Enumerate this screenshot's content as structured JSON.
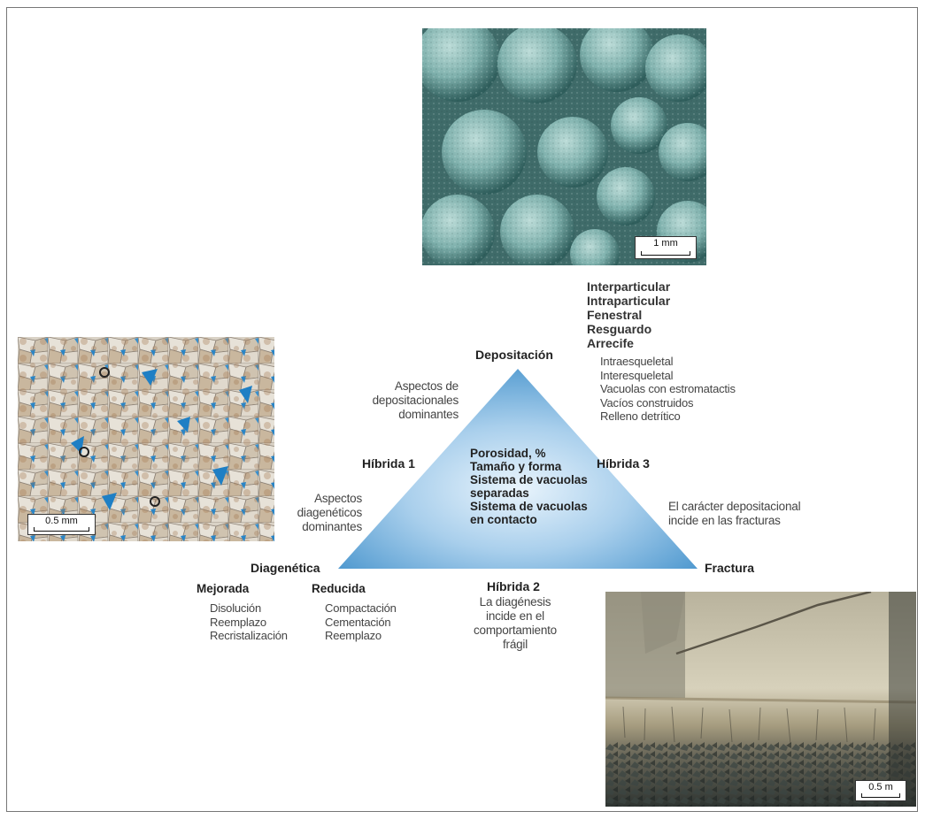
{
  "vertices": {
    "top": "Depositación",
    "left": "Diagenética",
    "right": "Fractura"
  },
  "center_text": [
    "Porosidad, %",
    "Tamaño y forma",
    "Sistema de vacuolas",
    "separadas",
    "Sistema de vacuolas",
    "en contacto"
  ],
  "hybrids": {
    "h1": "Híbrida 1",
    "h2": "Híbrida 2",
    "h3": "Híbrida 3"
  },
  "aspects": {
    "depositional": [
      "Aspectos de",
      "depositacionales",
      "dominantes"
    ],
    "diagenetic": [
      "Aspectos",
      "diagenéticos",
      "dominantes"
    ],
    "fracture_dep": [
      "El carácter depositacional",
      "incide en las fracturas"
    ],
    "fracture_diag": [
      "La diagénesis",
      "incide en el",
      "comportamiento",
      "frágil"
    ]
  },
  "depositional_types": {
    "main": [
      "Interparticular",
      "Intraparticular",
      "Fenestral",
      "Resguardo",
      "Arrecife"
    ],
    "reef_sub": [
      "Intraesqueletal",
      "Interesqueletal",
      "Vacuolas con estromatactis",
      "Vacíos construidos",
      "Relleno detrítico"
    ]
  },
  "diagenetic_types": {
    "improved_title": "Mejorada",
    "improved": [
      "Disolución",
      "Reemplazo",
      "Recristalización"
    ],
    "reduced_title": "Reducida",
    "reduced": [
      "Compactación",
      "Cementación",
      "Reemplazo"
    ]
  },
  "scales": {
    "top_photo": "1 mm",
    "left_photo": "0.5 mm",
    "bottom_photo": "0.5 m"
  },
  "colors": {
    "triangle_light": "#e8f3fb",
    "triangle_dark": "#3f8fca",
    "frame": "#777777"
  }
}
